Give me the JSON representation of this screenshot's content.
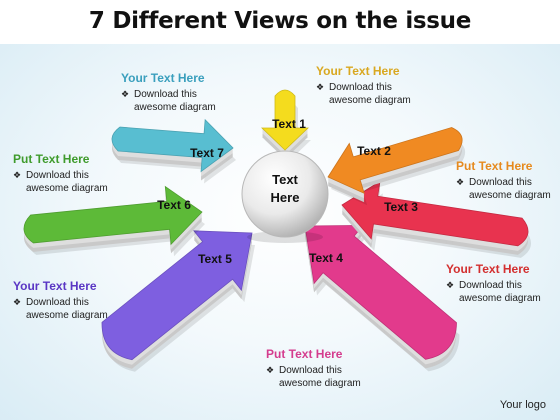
{
  "title": "7 Different Views on the issue",
  "center_label": "Text Here",
  "arrows": [
    {
      "label": "Text 1",
      "color": "#f4dc1e"
    },
    {
      "label": "Text 2",
      "color": "#f08a22"
    },
    {
      "label": "Text 3",
      "color": "#e8334f"
    },
    {
      "label": "Text 4",
      "color": "#e23a8c"
    },
    {
      "label": "Text 5",
      "color": "#7e5fe0"
    },
    {
      "label": "Text 6",
      "color": "#5dba38"
    },
    {
      "label": "Text 7",
      "color": "#58bed1"
    }
  ],
  "callouts": [
    {
      "heading": "Your Text Here",
      "heading_color": "#d9a821",
      "bullet": "❖",
      "line1": "Download this",
      "line2": "awesome diagram"
    },
    {
      "heading": "Put Text Here",
      "heading_color": "#e68a1e",
      "bullet": "❖",
      "line1": "Download this",
      "line2": "awesome diagram"
    },
    {
      "heading": "Your Text Here",
      "heading_color": "#d32f2f",
      "bullet": "❖",
      "line1": "Download this",
      "line2": "awesome diagram"
    },
    {
      "heading": "Put Text Here",
      "heading_color": "#d43c8e",
      "bullet": "❖",
      "line1": "Download this",
      "line2": "awesome diagram"
    },
    {
      "heading": "Your Text Here",
      "heading_color": "#5a36c4",
      "bullet": "❖",
      "line1": "Download this",
      "line2": "awesome diagram"
    },
    {
      "heading": "Put Text Here",
      "heading_color": "#3f9b2c",
      "bullet": "❖",
      "line1": "Download this",
      "line2": "awesome diagram"
    },
    {
      "heading": "Your Text Here",
      "heading_color": "#3a9fbd",
      "bullet": "❖",
      "line1": "Download this",
      "line2": "awesome diagram"
    }
  ],
  "footer": {
    "logo": "Your logo"
  }
}
